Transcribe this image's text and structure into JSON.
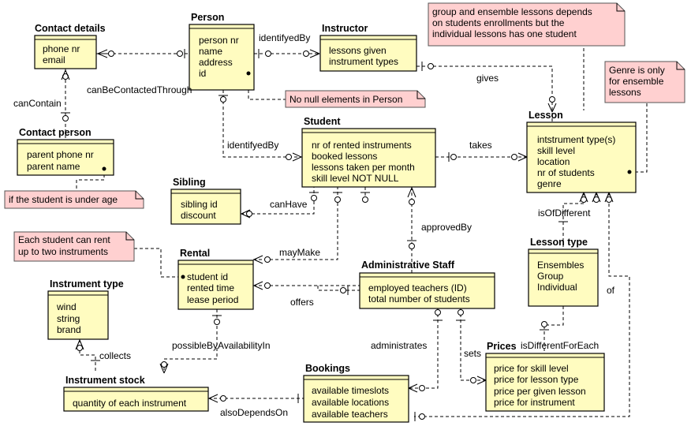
{
  "entities": {
    "contact_details": {
      "title": "Contact details",
      "attrs": [
        "phone nr",
        "email"
      ]
    },
    "person": {
      "title": "Person",
      "attrs": [
        "person nr",
        "name",
        "address",
        "id"
      ]
    },
    "instructor": {
      "title": "Instructor",
      "attrs": [
        "lessons given",
        "instrument types"
      ]
    },
    "contact_person": {
      "title": "Contact person",
      "attrs": [
        "parent phone nr",
        "parent name"
      ]
    },
    "student": {
      "title": "Student",
      "attrs": [
        "nr of rented instruments",
        "booked lessons",
        "lessons taken per month",
        "skill level NOT NULL"
      ]
    },
    "lesson": {
      "title": "Lesson",
      "attrs": [
        "intstrument type(s)",
        "skill level",
        "location",
        "nr of students",
        "genre"
      ]
    },
    "sibling": {
      "title": "Sibling",
      "attrs": [
        "sibling id",
        "discount"
      ]
    },
    "rental": {
      "title": "Rental",
      "attrs": [
        "student id",
        "rented time",
        "lease period"
      ]
    },
    "admin_staff": {
      "title": "Administrative Staff",
      "attrs": [
        "employed teachers (ID)",
        "total number of students"
      ]
    },
    "lesson_type": {
      "title": "Lesson type",
      "attrs": [
        "Ensembles",
        "Group",
        "Individual"
      ]
    },
    "instrument_type": {
      "title": "Instrument type",
      "attrs": [
        "wind",
        "string",
        "brand"
      ]
    },
    "instrument_stock": {
      "title": "Instrument stock",
      "attrs": [
        "quantity of each instrument"
      ]
    },
    "bookings": {
      "title": "Bookings",
      "attrs": [
        "available timeslots",
        "available locations",
        "available teachers"
      ]
    },
    "prices": {
      "title": "Prices",
      "attrs": [
        "price for skill level",
        "price for lesson type",
        "price per given lesson",
        "price for instrument"
      ]
    }
  },
  "relations": {
    "identifyed_by_top": "identifyedBy",
    "can_be_contacted_through": "canBeContactedThrough",
    "can_contain": "canContain",
    "gives": "gives",
    "identifyed_by_left": "identifyedBy",
    "takes": "takes",
    "can_have": "canHave",
    "is_of_different": "isOfDifferent",
    "approved_by": "approvedBy",
    "may_make": "mayMake",
    "offers": "offers",
    "of": "of",
    "collects": "collects",
    "possible_by_availability_in": "possibleByAvailabilityIn",
    "administrates": "administrates",
    "sets": "sets",
    "is_different_for_each": "isDifferentForEach",
    "also_depends_on": "alsoDependsOn"
  },
  "notes": {
    "group_lessons": [
      "group and ensemble lessons depends",
      "on students enrollments but the",
      "individual lessons has one student"
    ],
    "genre": [
      "Genre is only",
      "for ensemble",
      "lessons"
    ],
    "no_null": [
      "No null elements in Person"
    ],
    "under_age": [
      "if the student is under age"
    ],
    "two_instruments": [
      "Each student can rent",
      "up to two instruments"
    ]
  }
}
